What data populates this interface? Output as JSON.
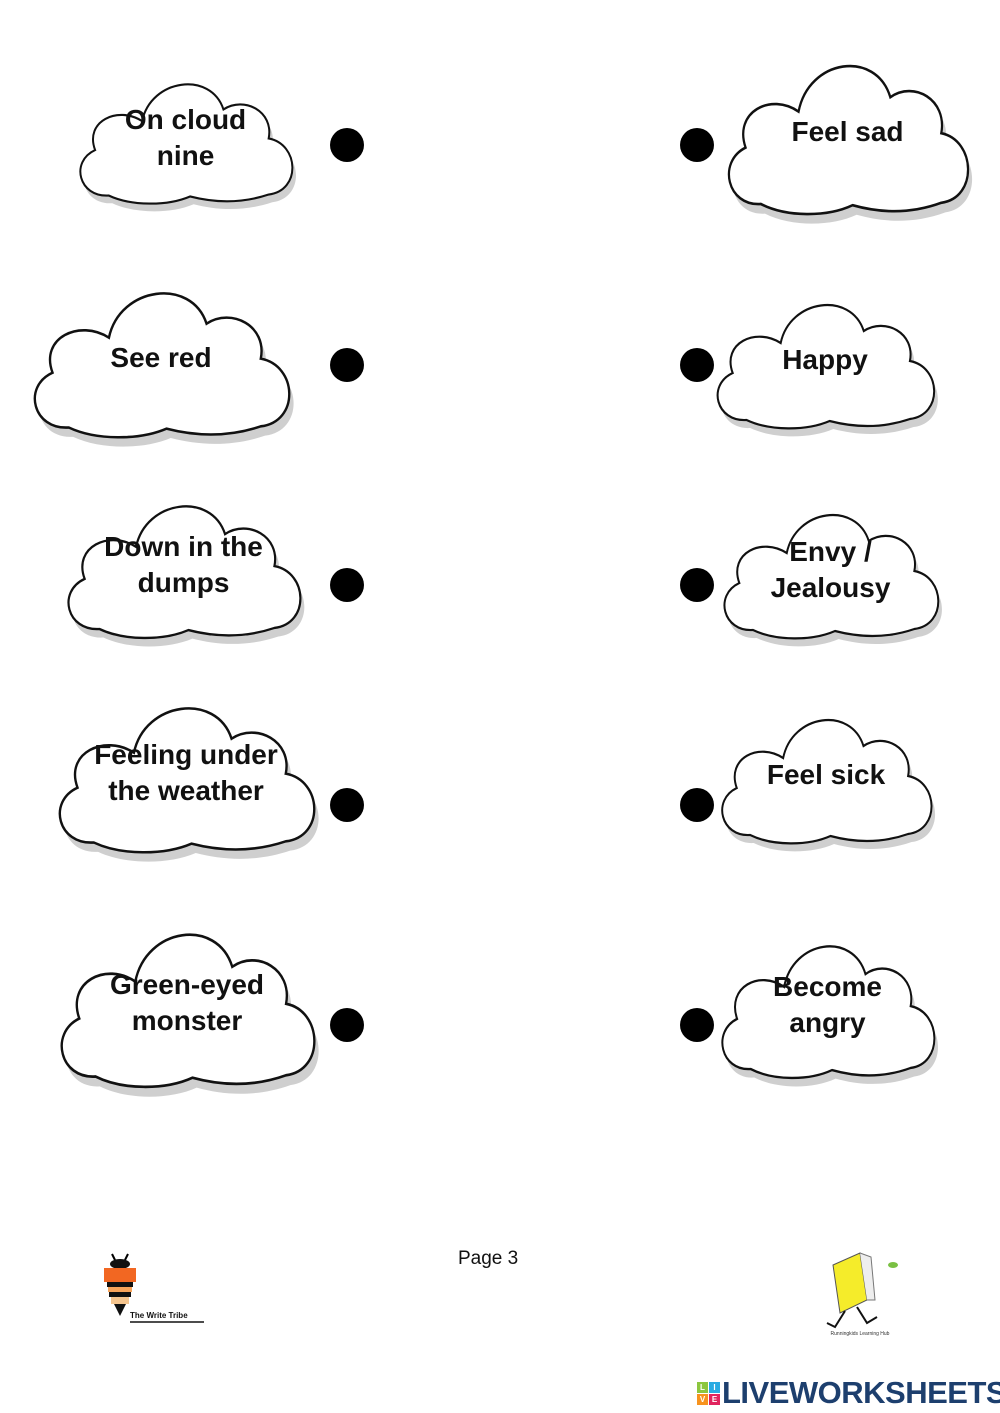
{
  "left_clouds": [
    {
      "text": "On cloud nine"
    },
    {
      "text": "See red"
    },
    {
      "text": "Down in the dumps"
    },
    {
      "text": "Feeling under the weather"
    },
    {
      "text": "Green-eyed monster"
    }
  ],
  "right_clouds": [
    {
      "text": "Feel sad"
    },
    {
      "text": "Happy"
    },
    {
      "text": "Envy / Jealousy"
    },
    {
      "text": "Feel sick"
    },
    {
      "text": "Become angry"
    }
  ],
  "footer": {
    "page_label": "Page 3",
    "left_logo": "The Write Tribe",
    "right_logo": "Runningkids Learning Hub",
    "brand": "LIVEWORKSHEETS",
    "brand_letters": [
      "L",
      "I",
      "V",
      "E"
    ],
    "brand_colors": [
      "#8cc63f",
      "#29abe2",
      "#f7931e",
      "#e0245e"
    ],
    "brand_text_color": "#1d3f6e"
  }
}
